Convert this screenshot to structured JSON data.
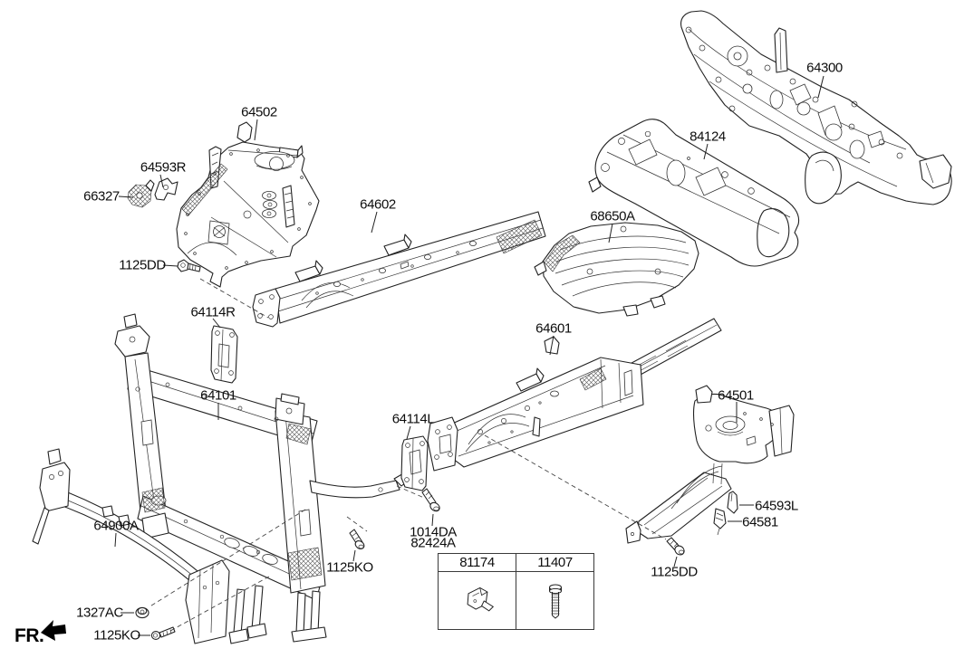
{
  "diagram_kind": "exploded-parts-diagram",
  "colors": {
    "line": "#222222",
    "background": "#ffffff"
  },
  "callouts": {
    "apron_rh": "64502",
    "bracket_64593r": "64593R",
    "bracket_66327": "66327",
    "bolt_1125dd_left": "1125DD",
    "plate_64114r": "64114R",
    "member_rh": "64602",
    "dash_panel": "64300",
    "insulator": "84124",
    "heat_protector": "68650A",
    "member_lh": "64601",
    "radiator_support": "64101",
    "plate_64114l": "64114L",
    "apron_lh": "64501",
    "bracket_64593l": "64593L",
    "bracket_64581": "64581",
    "bumper_beam": "64900A",
    "bolt_1014da": "1014DA",
    "screw_82424a": "82424A",
    "bolt_1125ko_mid": "1125KO",
    "nut_1327ac": "1327AC",
    "bolt_1125ko_bottom": "1125KO",
    "bolt_1125dd_right": "1125DD"
  },
  "fastener_table": {
    "columns": [
      "81174",
      "11407"
    ],
    "icons": [
      "retainer-clip-icon",
      "flange-bolt-icon"
    ]
  },
  "orientation": {
    "label": "FR."
  }
}
